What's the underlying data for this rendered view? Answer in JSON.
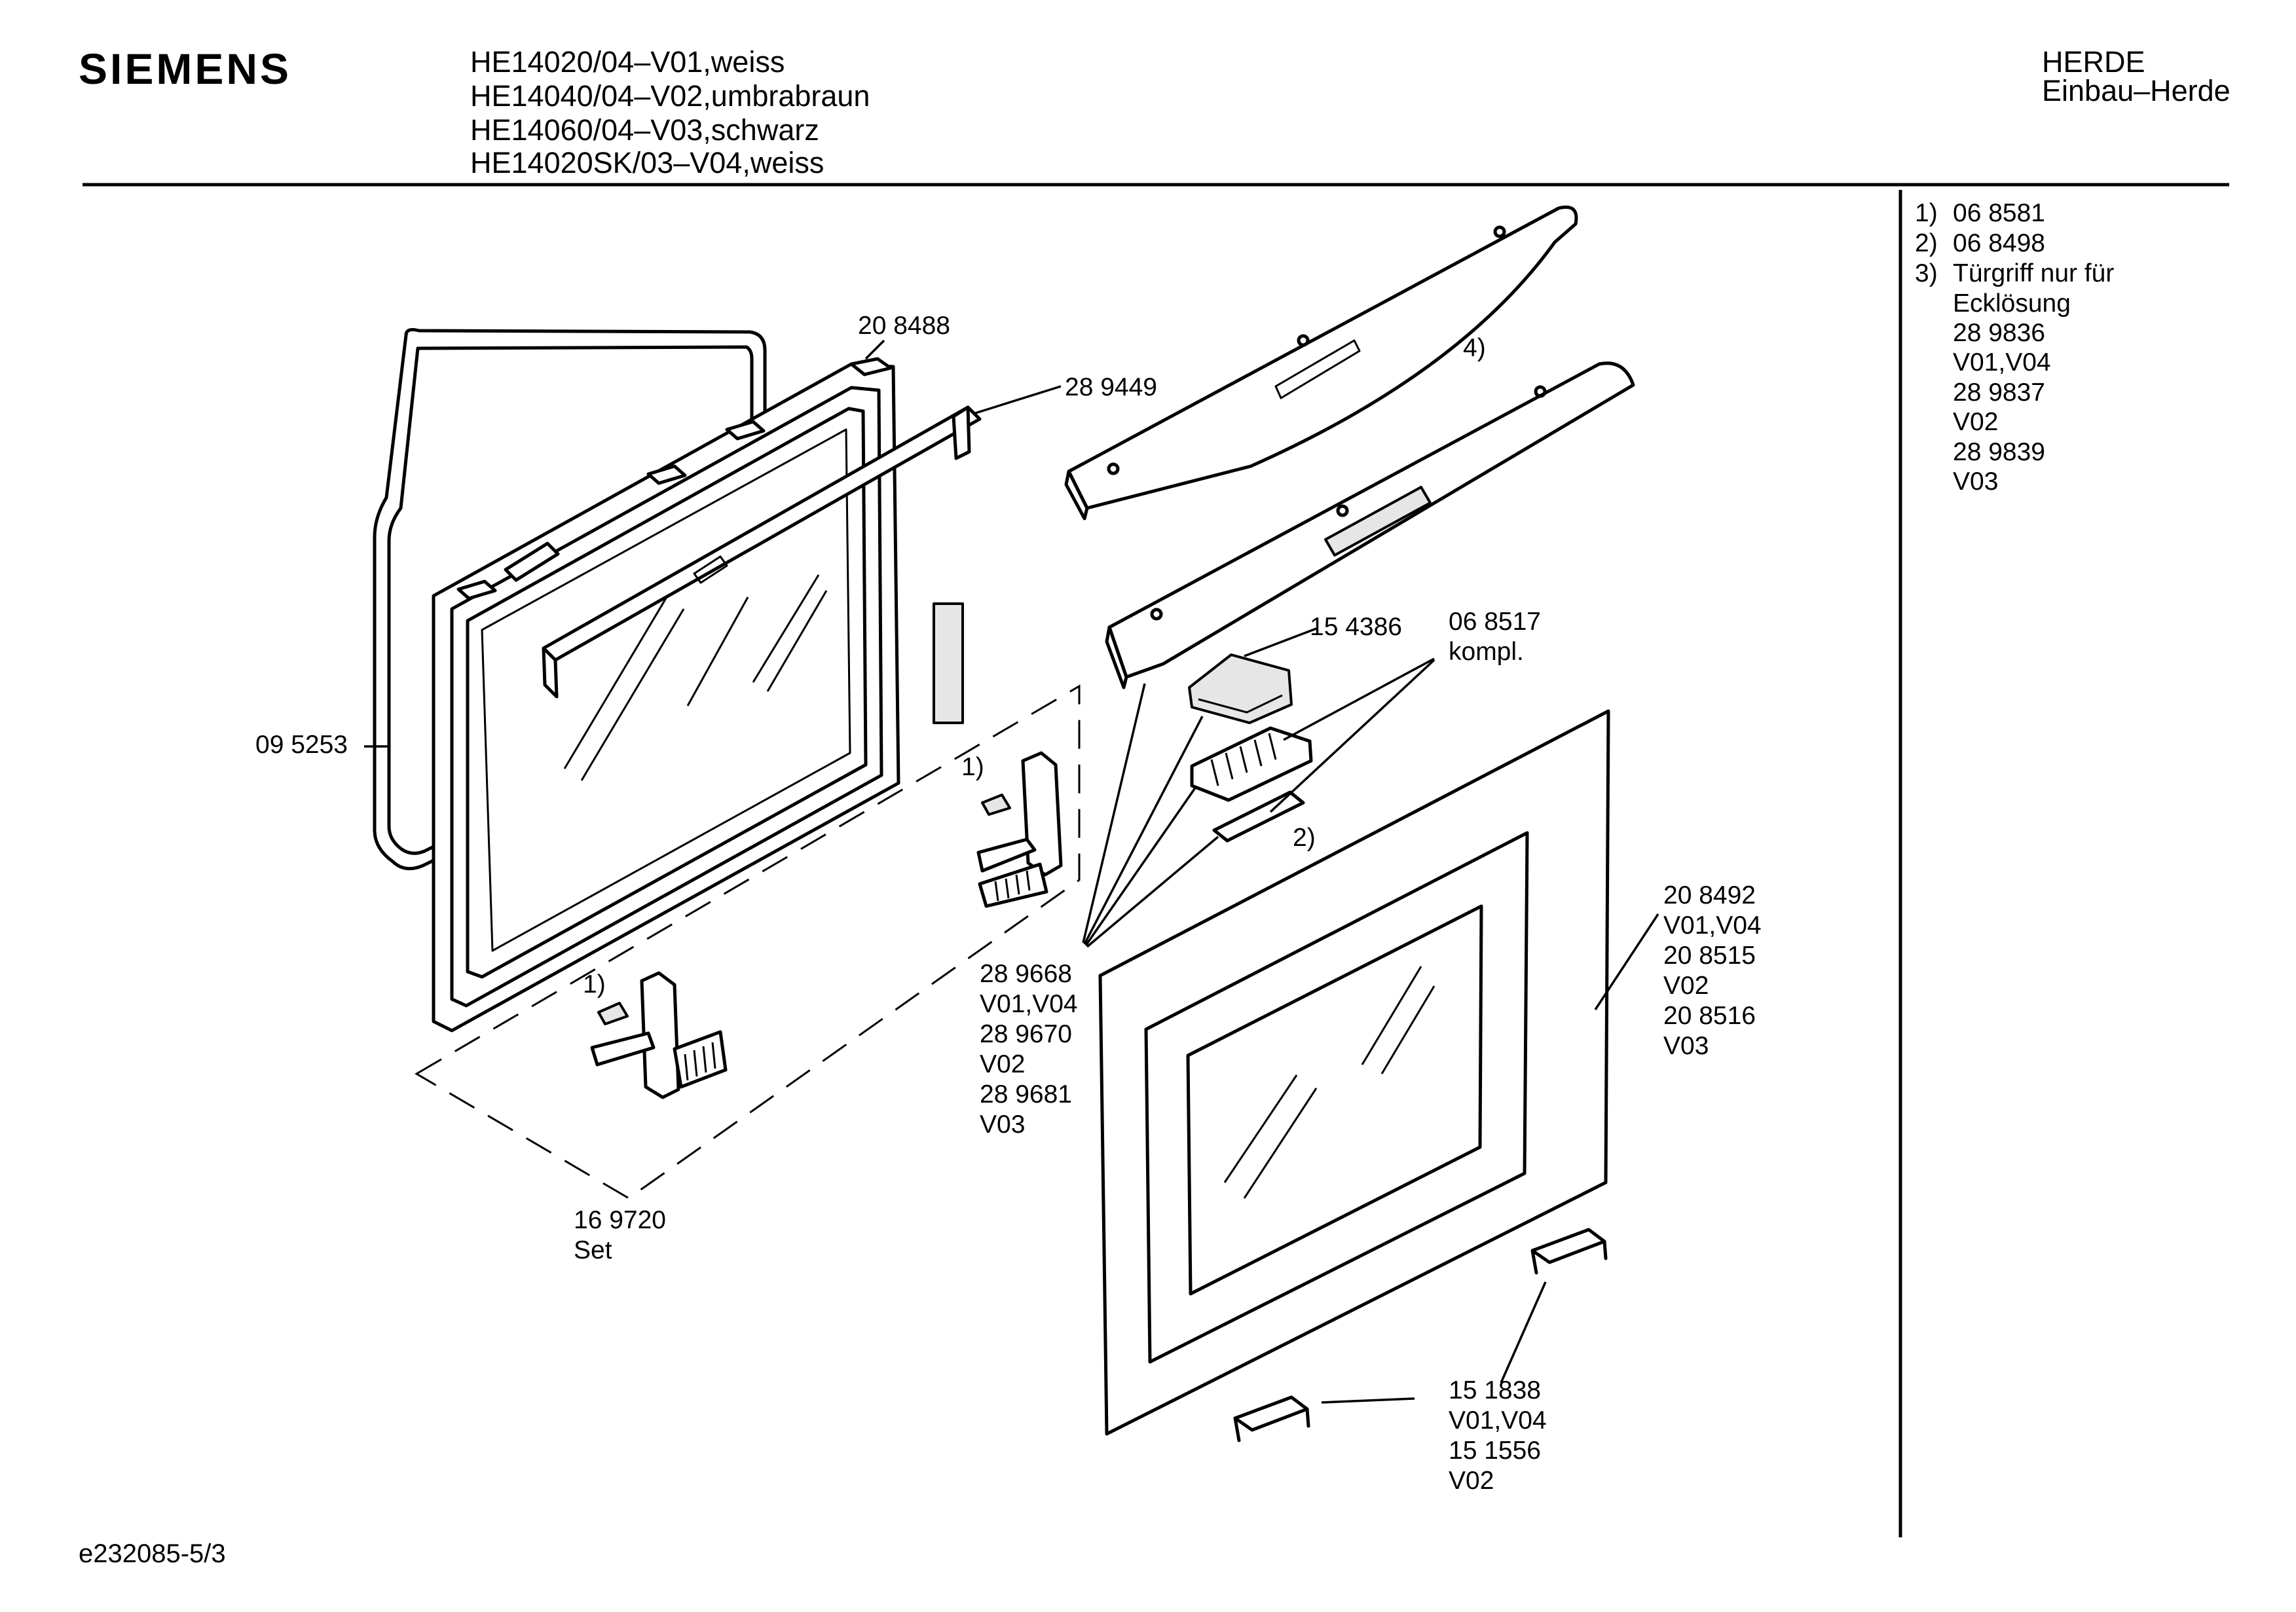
{
  "header": {
    "brand": "SIEMENS",
    "models": [
      "HE14020/04–V01,weiss",
      "HE14040/04–V02,umbrabraun",
      "HE14060/04–V03,schwarz",
      "HE14020SK/03–V04,weiss"
    ],
    "category": "HERDE",
    "subcategory": "Einbau–Herde"
  },
  "notes": [
    {
      "marker": "1)",
      "text": "06 8581"
    },
    {
      "marker": "2)",
      "text": "06 8498"
    },
    {
      "marker": "3)",
      "text": "Türgriff nur für"
    },
    {
      "marker": "",
      "text": "Ecklösung"
    },
    {
      "marker": "",
      "text": "28 9836"
    },
    {
      "marker": "",
      "text": "V01,V04"
    },
    {
      "marker": "",
      "text": "28 9837"
    },
    {
      "marker": "",
      "text": "V02"
    },
    {
      "marker": "",
      "text": "28 9839"
    },
    {
      "marker": "",
      "text": "V03"
    }
  ],
  "labels": {
    "gasket": "09 5253",
    "frame": "20 8488",
    "rail": "28 9449",
    "handle_ref": "4)",
    "cover": "15 4386",
    "hinge_kit": [
      "06 8517",
      "kompl."
    ],
    "small_ref_2": "2)",
    "hinge_ref_top": "1)",
    "hinge_ref_bottom": "1)",
    "handle_parts": [
      "28 9668",
      "V01,V04",
      "28 9670",
      "V02",
      "28 9681",
      "V03"
    ],
    "outer_glass": [
      "20 8492",
      "V01,V04",
      "20 8515",
      "V02",
      "20 8516",
      "V03"
    ],
    "hinge_set": [
      "16 9720",
      "Set"
    ],
    "clips": [
      "15 1838",
      "V01,V04",
      "15 1556",
      "V02"
    ]
  },
  "footer": {
    "drawing_id": "e232085-5/3"
  }
}
